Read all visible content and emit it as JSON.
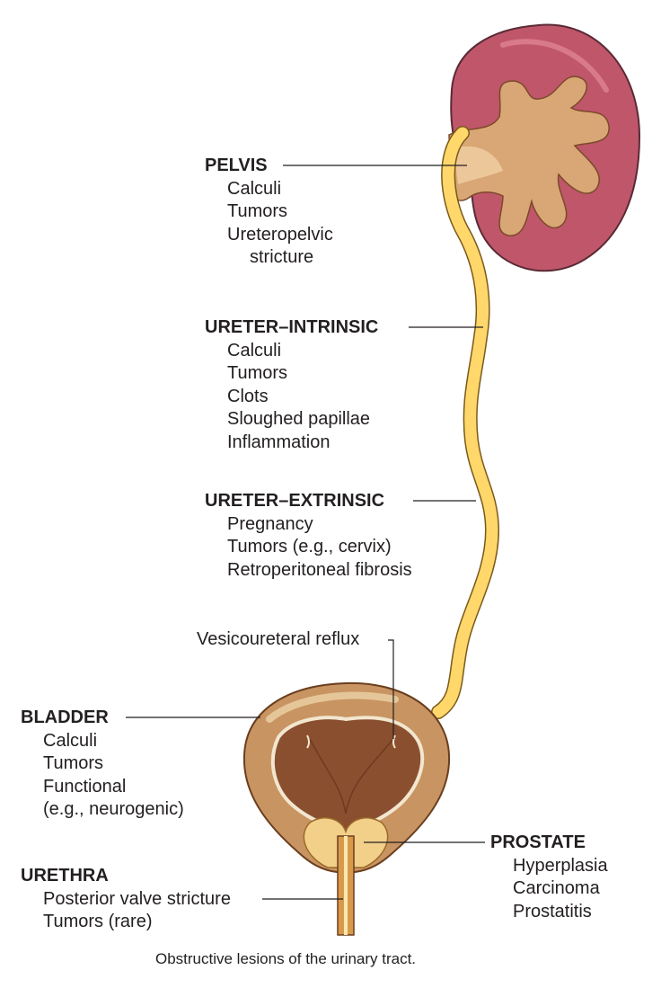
{
  "labels": {
    "pelvis": {
      "heading": "PELVIS",
      "items": [
        "Calculi",
        "Tumors",
        "Ureteropelvic"
      ],
      "continuation": "stricture"
    },
    "ureter_intrinsic": {
      "heading": "URETER–INTRINSIC",
      "items": [
        "Calculi",
        "Tumors",
        "Clots",
        "Sloughed papillae",
        "Inflammation"
      ]
    },
    "ureter_extrinsic": {
      "heading": "URETER–EXTRINSIC",
      "items": [
        "Pregnancy",
        "Tumors (e.g., cervix)",
        "Retroperitoneal fibrosis"
      ]
    },
    "reflux": {
      "text": "Vesicoureteral reflux"
    },
    "bladder": {
      "heading": "BLADDER",
      "items": [
        "Calculi",
        "Tumors",
        "Functional",
        "(e.g., neurogenic)"
      ]
    },
    "urethra": {
      "heading": "URETHRA",
      "items": [
        "Posterior valve stricture",
        "Tumors (rare)"
      ]
    },
    "prostate": {
      "heading": "PROSTATE",
      "items": [
        "Hyperplasia",
        "Carcinoma",
        "Prostatitis"
      ]
    }
  },
  "caption": "Obstructive lesions of the urinary tract.",
  "colors": {
    "kidney_cortex": "#c0566a",
    "kidney_outline": "#5a2a35",
    "pelvis_fill": "#d9a675",
    "ureter": "#ffd76b",
    "bladder_wall": "#c89462",
    "bladder_lumen": "#8a4f2f",
    "prostate": "#f2d08a",
    "leader_line": "#231f20"
  }
}
